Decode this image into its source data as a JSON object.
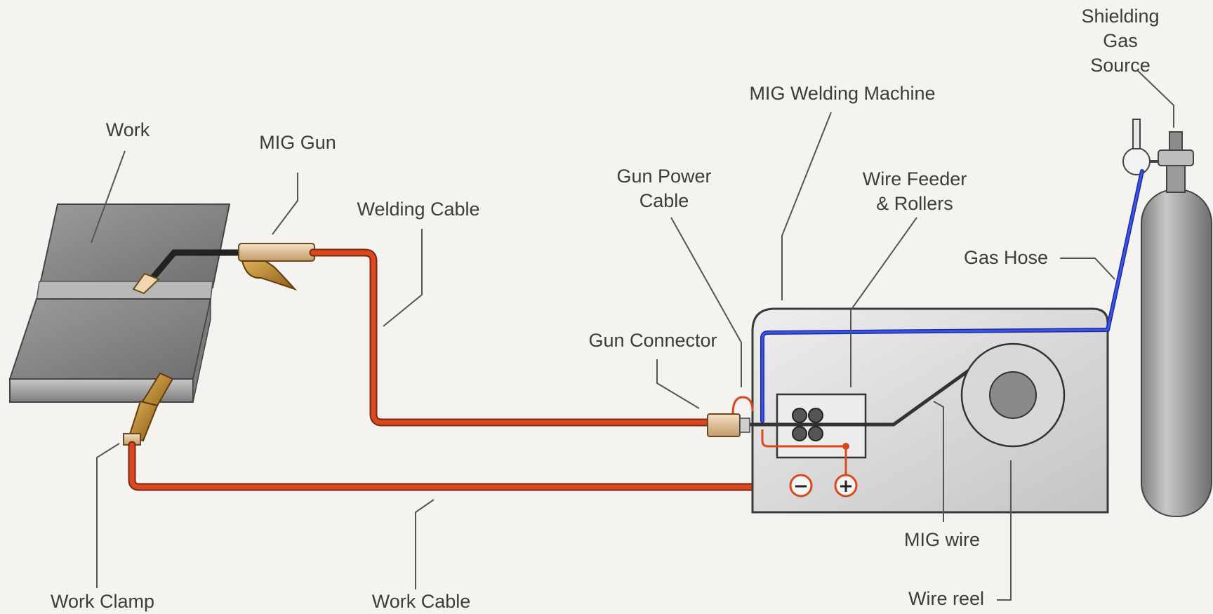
{
  "labels": {
    "work": "Work",
    "mig_gun": "MIG Gun",
    "welding_cable": "Welding Cable",
    "gun_power_cable": [
      "Gun Power",
      "Cable"
    ],
    "mig_welding_machine": "MIG Welding Machine",
    "wire_feeder": [
      "Wire Feeder",
      "& Rollers"
    ],
    "shielding_gas_source": [
      "Shielding Gas",
      "Source"
    ],
    "gas_hose": "Gas Hose",
    "gun_connector": "Gun Connector",
    "mig_wire": "MIG wire",
    "wire_reel": "Wire reel",
    "work_clamp": "Work Clamp",
    "work_cable": "Work Cable"
  },
  "terminals": {
    "negative": "−",
    "positive": "+"
  },
  "colors": {
    "background": "#f4f3ef",
    "cable": "#d9481f",
    "gas_hose": "#2437c9",
    "machine_body": "#dcdcdc",
    "cylinder": "#9a9a9a",
    "work_plate": "#8d8d8d",
    "leader_line": "#555555"
  }
}
